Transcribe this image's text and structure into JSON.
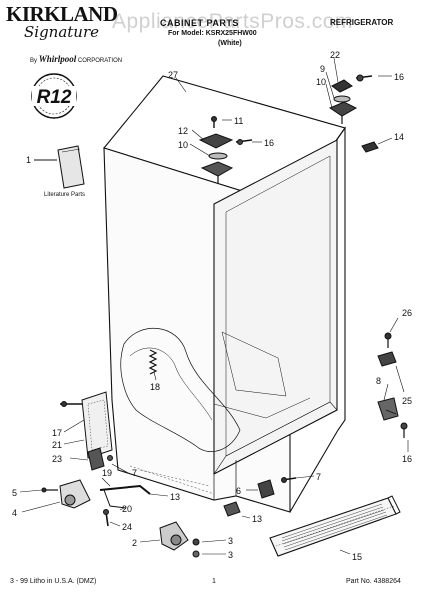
{
  "header": {
    "brand": "KIRKLAND",
    "brand_script": "Signature",
    "by_prefix": "By",
    "manufacturer": "Whirlpool",
    "manufacturer_suffix": "CORPORATION",
    "section_title": "CABINET PARTS",
    "model_line": "For Model: KSRX25FHW00",
    "color_line": "(White)",
    "category": "REFRIGERATOR",
    "watermark": "AppliancePartsPros.com"
  },
  "badge": {
    "text": "R12"
  },
  "literature_label": "Literature Parts",
  "callouts": [
    "27",
    "22",
    "9",
    "10",
    "16",
    "11",
    "12",
    "10",
    "16",
    "14",
    "1",
    "26",
    "18",
    "8",
    "25",
    "17",
    "21",
    "7",
    "23",
    "13",
    "6",
    "7",
    "16",
    "5",
    "19",
    "4",
    "20",
    "24",
    "2",
    "3",
    "3",
    "13",
    "15"
  ],
  "footer": {
    "left": "3 - 99 Litho in U.S.A. (DMZ)",
    "center": "1",
    "right": "Part No. 4388264"
  },
  "colors": {
    "ink": "#111111",
    "watermark": "#9a9a9a"
  }
}
